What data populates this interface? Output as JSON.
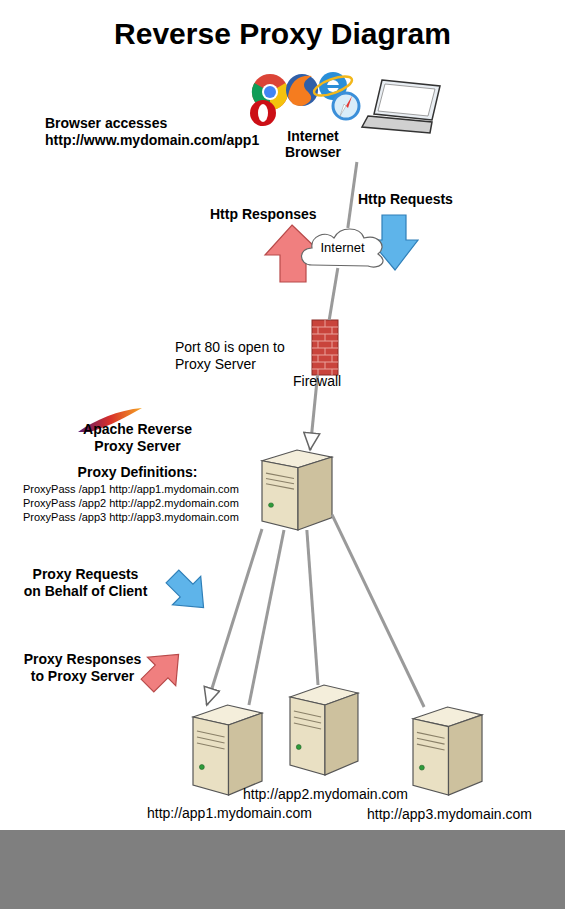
{
  "diagram": {
    "title": "Reverse Proxy Diagram",
    "nodes": [
      {
        "text": [
          "Internet Browser"
        ]
      },
      {
        "text": [
          "Internet"
        ]
      },
      {
        "text": [
          "Firewall"
        ]
      },
      {
        "text": [
          "Apache Reverse Proxy Server",
          "Proxy Definitions:",
          "ProxyPass /app1 http://app1.mydomain.com",
          "ProxyPass /app2 http://app2.mydomain.com",
          "ProxyPass /app3 http://app3.mydomain.com"
        ]
      },
      {
        "text": [
          "http://app1.mydomain.com"
        ]
      },
      {
        "text": [
          "http://app2.mydomain.com"
        ]
      },
      {
        "text": [
          "http://app3.mydomain.com"
        ]
      }
    ],
    "edges": [
      {
        "from": 0,
        "to": 1,
        "arrow": "none"
      },
      {
        "from": 1,
        "to": 2,
        "arrow": "none"
      },
      {
        "from": 2,
        "to": 3,
        "arrow": "to"
      },
      {
        "from": 3,
        "to": 4,
        "arrow": "to"
      },
      {
        "from": 3,
        "to": 4,
        "arrow": "none"
      },
      {
        "from": 3,
        "to": 5,
        "arrow": "none"
      },
      {
        "from": 3,
        "to": 6,
        "arrow": "none"
      }
    ],
    "labels": [
      "Browser accesses http://www.mydomain.com/app1",
      "Http Responses",
      "Http Requests",
      "Port 80 is open to Proxy Server",
      "Proxy Requests on Behalf of Client",
      "Proxy Responses to Proxy Server"
    ]
  }
}
